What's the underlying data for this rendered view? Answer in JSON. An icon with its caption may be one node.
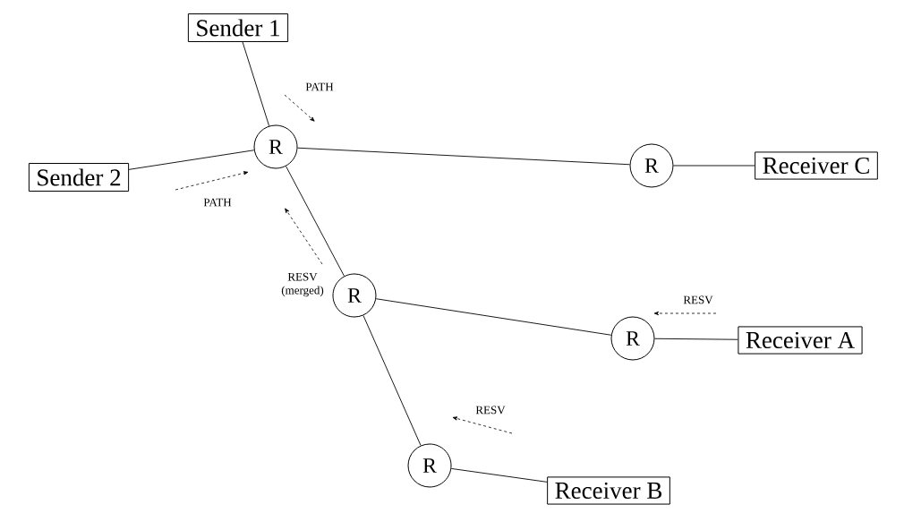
{
  "diagram": {
    "nodes": [
      {
        "text": [
          "Sender 1"
        ]
      },
      {
        "text": [
          "Sender 2"
        ]
      },
      {
        "text": [
          "R"
        ]
      },
      {
        "text": [
          "R"
        ]
      },
      {
        "text": [
          "Receiver C"
        ]
      },
      {
        "text": [
          "R"
        ]
      },
      {
        "text": [
          "R"
        ]
      },
      {
        "text": [
          "Receiver A"
        ]
      },
      {
        "text": [
          "R"
        ]
      },
      {
        "text": [
          "Receiver B"
        ]
      }
    ],
    "edges": [
      {
        "from": 0,
        "to": 2,
        "arrow": "none"
      },
      {
        "from": 1,
        "to": 2,
        "arrow": "none"
      },
      {
        "from": 2,
        "to": 3,
        "arrow": "none"
      },
      {
        "from": 3,
        "to": 4,
        "arrow": "none"
      },
      {
        "from": 2,
        "to": 5,
        "arrow": "none"
      },
      {
        "from": 5,
        "to": 6,
        "arrow": "none"
      },
      {
        "from": 6,
        "to": 7,
        "arrow": "none"
      },
      {
        "from": 5,
        "to": 8,
        "arrow": "none"
      },
      {
        "from": 8,
        "to": 9,
        "arrow": "none"
      }
    ],
    "labels": [
      "PATH",
      "PATH",
      "RESV (merged)",
      "RESV",
      "RESV"
    ]
  }
}
